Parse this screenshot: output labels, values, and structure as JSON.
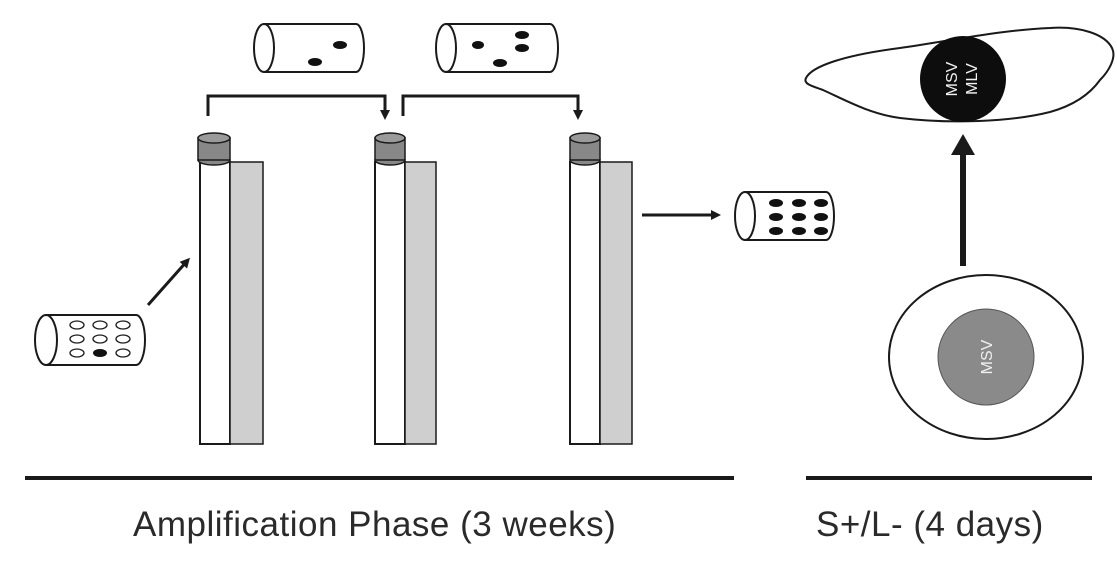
{
  "captions": {
    "amplification": "Amplification Phase (3 weeks)",
    "s_plus_l_minus": "S+/L- (4 days)"
  },
  "cells": {
    "infected_cell_label_line1": "MSV",
    "infected_cell_label_line2": "MLV",
    "sl_cell_label": "MSV"
  },
  "colors": {
    "line": "#1a1a1a",
    "flask_gray": "#cfcfcf",
    "cap_gray": "#888888",
    "nucleus_gray": "#8a8a8a",
    "virus_black": "#111111"
  }
}
